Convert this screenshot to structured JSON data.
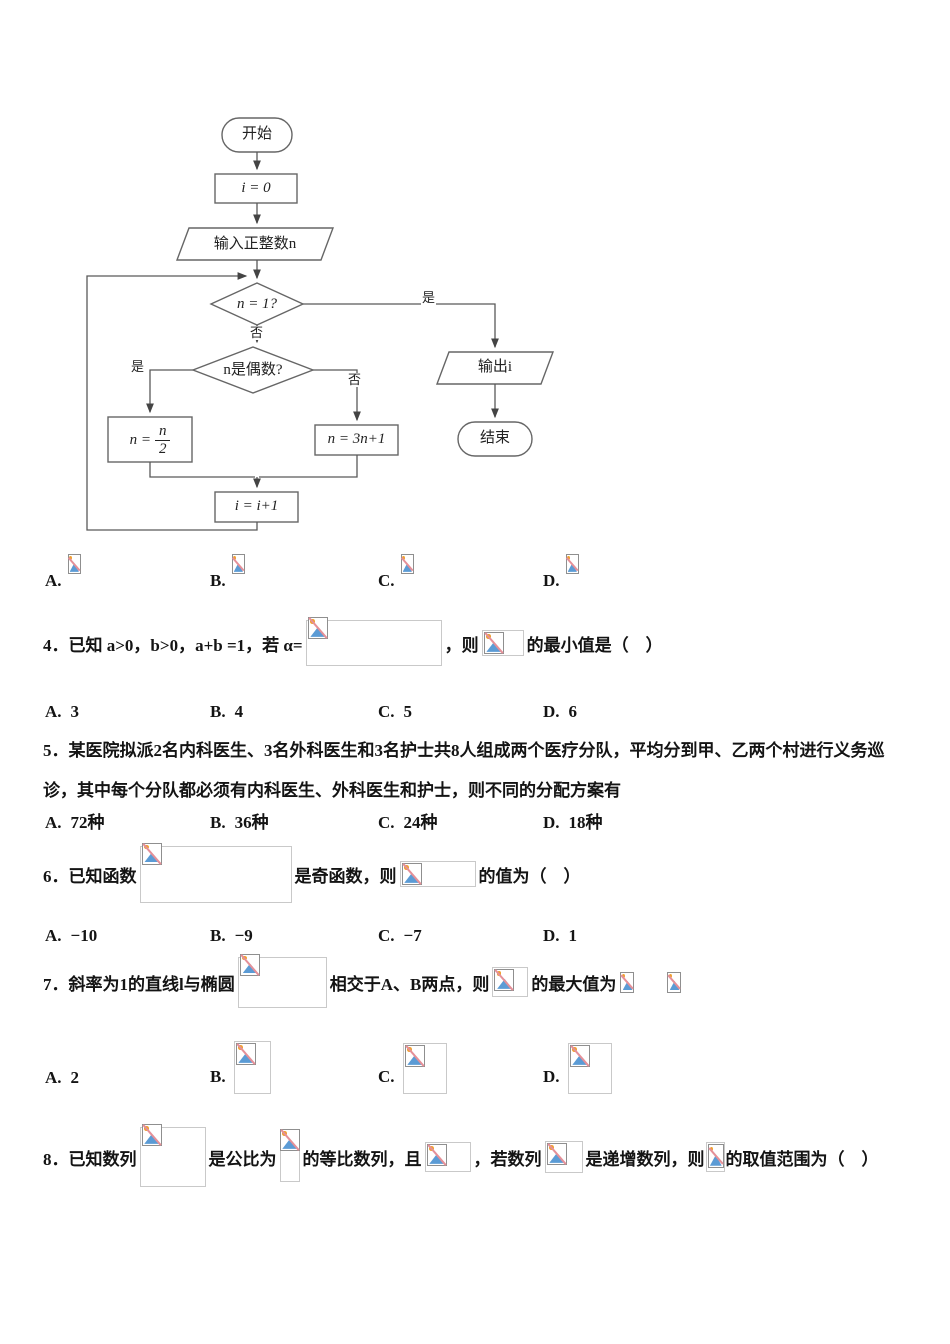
{
  "flowchart": {
    "start": "开始",
    "init": "i = 0",
    "input": "输入正整数n",
    "cond1": "n = 1?",
    "cond2": "n是偶数?",
    "yes": "是",
    "no": "否",
    "half_lhs": "n =",
    "half_num": "n",
    "half_den": "2",
    "triple": "n = 3n+1",
    "inc": "i = i+1",
    "output": "输出i",
    "end": "结束"
  },
  "q3": {
    "options": [
      {
        "label": "A."
      },
      {
        "label": "B."
      },
      {
        "label": "C."
      },
      {
        "label": "D."
      }
    ]
  },
  "q4": {
    "pre": "4．已知 a>0，b>0，a+b =1，若 α=",
    "mid": "，则",
    "post": "的最小值是（　）",
    "options": [
      {
        "label": "A.",
        "value": "3"
      },
      {
        "label": "B.",
        "value": "4"
      },
      {
        "label": "C.",
        "value": "5"
      },
      {
        "label": "D.",
        "value": "6"
      }
    ]
  },
  "q5": {
    "line1": "5．某医院拟派2名内科医生、3名外科医生和3名护士共8人组成两个医疗分队，平均分到甲、乙两个村进行义务巡",
    "line2": "诊，其中每个分队都必须有内科医生、外科医生和护士，则不同的分配方案有",
    "options": [
      {
        "label": "A.",
        "value": "72种"
      },
      {
        "label": "B.",
        "value": "36种"
      },
      {
        "label": "C.",
        "value": "24种"
      },
      {
        "label": "D.",
        "value": "18种"
      }
    ]
  },
  "q6": {
    "pre": "6．已知函数",
    "mid": "是奇函数，则",
    "post": "的值为（　）",
    "options": [
      {
        "label": "A.",
        "value": "−10"
      },
      {
        "label": "B.",
        "value": "−9"
      },
      {
        "label": "C.",
        "value": "−7"
      },
      {
        "label": "D.",
        "value": "1"
      }
    ]
  },
  "q7": {
    "pre": "7．斜率为1的直线l与椭圆",
    "mid": "相交于A、B两点，则",
    "post": "的最大值为",
    "options": [
      {
        "label": "A.",
        "value": "2"
      },
      {
        "label": "B."
      },
      {
        "label": "C."
      },
      {
        "label": "D."
      }
    ]
  },
  "q8": {
    "pre": "8．已知数列",
    "s1": "是公比为",
    "s2": "的等比数列，且",
    "s3": "，若数列",
    "s4": "是递增数列，则",
    "s5": "的取值范围为（　）"
  },
  "icons": {
    "broken_image": "broken-image-icon"
  },
  "colors": {
    "placeholder_border": "#c9c9c9",
    "icon_sun": "#f0a030",
    "icon_mountain": "#5b9bd5",
    "icon_slash": "#e59098",
    "flow_line": "#595959"
  }
}
